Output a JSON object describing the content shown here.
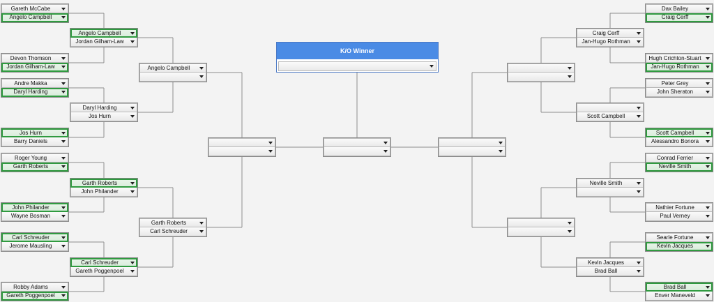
{
  "ko": {
    "title": "K/O Winner",
    "winner": ""
  },
  "left": {
    "round1": [
      {
        "a": "Gareth McCabe",
        "b": "Angelo Campbell",
        "winner": "b"
      },
      {
        "a": "Devon Thomson",
        "b": "Jordan Gilham-Law",
        "winner": "b"
      },
      {
        "a": "Andre Makka",
        "b": "Daryl Harding",
        "winner": "b"
      },
      {
        "a": "Jos Hurn",
        "b": "Barry Daniels",
        "winner": "a"
      },
      {
        "a": "Roger Young",
        "b": "Garth Roberts",
        "winner": "b"
      },
      {
        "a": "John Philander",
        "b": "Wayne Bosman",
        "winner": "a"
      },
      {
        "a": "Carl Schreuder",
        "b": "Jerome Mausling",
        "winner": "a"
      },
      {
        "a": "Robby Adams",
        "b": "Gareth Poggenpoel",
        "winner": "b"
      }
    ],
    "round2": [
      {
        "a": "Angelo Campbell",
        "b": "Jordan Gilham-Law",
        "winner": "a"
      },
      {
        "a": "Daryl Harding",
        "b": "Jos Hurn",
        "winner": ""
      },
      {
        "a": "Garth Roberts",
        "b": "John Philander",
        "winner": "a"
      },
      {
        "a": "Carl Schreuder",
        "b": "Gareth Poggenpoel",
        "winner": "a"
      }
    ],
    "round3": [
      {
        "a": "Angelo Campbell",
        "b": "",
        "winner": ""
      },
      {
        "a": "Garth Roberts",
        "b": "Carl Schreuder",
        "winner": ""
      }
    ],
    "round4": [
      {
        "a": "",
        "b": "",
        "winner": ""
      }
    ]
  },
  "right": {
    "round1": [
      {
        "a": "Dax Bailey",
        "b": "Craig Cerff",
        "winner": "b"
      },
      {
        "a": "Hugh Crichton-Stuart",
        "b": "Jan-Hugo Rothman",
        "winner": "b"
      },
      {
        "a": "Peter Grey",
        "b": "John Sheraton",
        "winner": ""
      },
      {
        "a": "Scott Campbell",
        "b": "Alessandro Bonora",
        "winner": "a"
      },
      {
        "a": "Conrad Ferrier",
        "b": "Neville Smith",
        "winner": "b"
      },
      {
        "a": "Nathier Fortune",
        "b": "Paul Verney",
        "winner": ""
      },
      {
        "a": "Searle Fortune",
        "b": "Kevin Jacques",
        "winner": "b"
      },
      {
        "a": "Brad Ball",
        "b": "Enver Maneveld",
        "winner": "a"
      }
    ],
    "round2": [
      {
        "a": "Craig Cerff",
        "b": "Jan-Hugo Rothman",
        "winner": ""
      },
      {
        "a": "",
        "b": "Scott Campbell",
        "winner": ""
      },
      {
        "a": "Neville Smith",
        "b": "",
        "winner": ""
      },
      {
        "a": "Kevin Jacques",
        "b": "Brad Ball",
        "winner": ""
      }
    ],
    "round3": [
      {
        "a": "",
        "b": "",
        "winner": ""
      },
      {
        "a": "",
        "b": "",
        "winner": ""
      }
    ],
    "round4": [
      {
        "a": "",
        "b": "",
        "winner": ""
      }
    ]
  },
  "final": [
    {
      "a": "",
      "b": "",
      "winner": ""
    }
  ],
  "colors": {
    "winner_outline": "#2f9a3f",
    "header_blue": "#4a8be5",
    "line": "#8d8d8d"
  },
  "icons": {
    "dropdown": "chevron-down-icon"
  }
}
